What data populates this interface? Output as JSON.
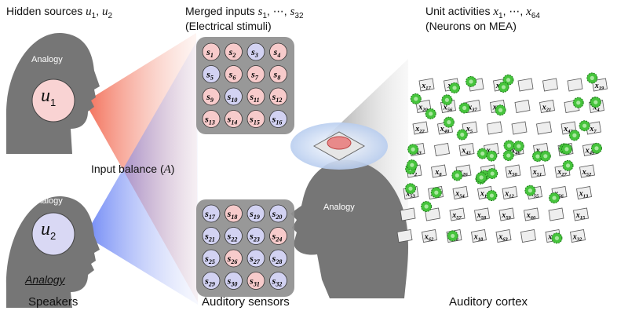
{
  "headers": {
    "sources_prefix": "Hidden sources ",
    "sources_var": "u",
    "sources_sub1": "1",
    "sources_sep": ", ",
    "sources_sub2": "2",
    "inputs_prefix": "Merged inputs ",
    "inputs_var": "s",
    "inputs_sub1": "1",
    "inputs_sep": ", ⋯, ",
    "inputs_sub2": "32",
    "inputs_note": "(Electrical stimuli)",
    "units_prefix": "Unit activities ",
    "units_var": "x",
    "units_sub1": "1",
    "units_sep": ", ⋯, ",
    "units_sub2": "64",
    "units_note": "(Neurons on MEA)"
  },
  "input_balance": {
    "text": "Input balance (",
    "var": "A",
    "close": ")"
  },
  "speakers": [
    {
      "analogy": "Analogy",
      "symbol": "u",
      "sub": "1",
      "color": "#f9d3d3"
    },
    {
      "analogy": "Analogy",
      "symbol": "u",
      "sub": "2",
      "color": "#d9d8f4"
    }
  ],
  "analogy_underlined": "Analogy",
  "head_analogy": "Analogy",
  "bottom_labels": {
    "speakers": "Speakers",
    "sensors": "Auditory sensors",
    "cortex": "Auditory cortex"
  },
  "grid_top": [
    {
      "n": "1",
      "c": "pink"
    },
    {
      "n": "2",
      "c": "pink"
    },
    {
      "n": "3",
      "c": "blue"
    },
    {
      "n": "4",
      "c": "pink"
    },
    {
      "n": "5",
      "c": "blue"
    },
    {
      "n": "6",
      "c": "pink"
    },
    {
      "n": "7",
      "c": "pink"
    },
    {
      "n": "8",
      "c": "pink"
    },
    {
      "n": "9",
      "c": "pink"
    },
    {
      "n": "10",
      "c": "blue"
    },
    {
      "n": "11",
      "c": "pink"
    },
    {
      "n": "12",
      "c": "pink"
    },
    {
      "n": "13",
      "c": "pink"
    },
    {
      "n": "14",
      "c": "pink"
    },
    {
      "n": "15",
      "c": "pink"
    },
    {
      "n": "16",
      "c": "blue"
    }
  ],
  "grid_bottom": [
    {
      "n": "17",
      "c": "blue"
    },
    {
      "n": "18",
      "c": "pink"
    },
    {
      "n": "19",
      "c": "blue"
    },
    {
      "n": "20",
      "c": "blue"
    },
    {
      "n": "21",
      "c": "blue"
    },
    {
      "n": "22",
      "c": "blue"
    },
    {
      "n": "23",
      "c": "blue"
    },
    {
      "n": "24",
      "c": "pink"
    },
    {
      "n": "25",
      "c": "blue"
    },
    {
      "n": "26",
      "c": "pink"
    },
    {
      "n": "27",
      "c": "blue"
    },
    {
      "n": "28",
      "c": "blue"
    },
    {
      "n": "29",
      "c": "blue"
    },
    {
      "n": "30",
      "c": "blue"
    },
    {
      "n": "31",
      "c": "pink"
    },
    {
      "n": "32",
      "c": "blue"
    }
  ],
  "node_var": "s",
  "unit_var": "x",
  "electrode_labels": [
    [
      "17",
      "1",
      "",
      "18",
      "",
      "",
      "",
      "19"
    ],
    [
      "20",
      "56",
      "37",
      "38",
      "",
      "21",
      "",
      "4"
    ],
    [
      "22",
      "40",
      "5",
      "",
      "",
      "",
      "42",
      "7"
    ],
    [
      "43",
      "",
      "45",
      "23",
      "46",
      "47",
      "48",
      "49"
    ],
    [
      "2",
      "8",
      "26",
      "9",
      "50",
      "51",
      "27",
      "52"
    ],
    [
      "53",
      "10",
      "54",
      "11",
      "12",
      "55",
      "56",
      "13"
    ],
    [
      "",
      "",
      "57",
      "58",
      "59",
      "60",
      "",
      "15"
    ],
    [
      "",
      "62",
      "30",
      "18",
      "63",
      "",
      "31",
      "32"
    ]
  ],
  "colors": {
    "pink_node": "#f7cbcb",
    "blue_node": "#d2d2f2",
    "grid_box": "#8f8f8f",
    "head": "#767676",
    "red_beam": "#f06048",
    "blue_beam": "#4a6ef0",
    "neuron": "#46c43c"
  }
}
